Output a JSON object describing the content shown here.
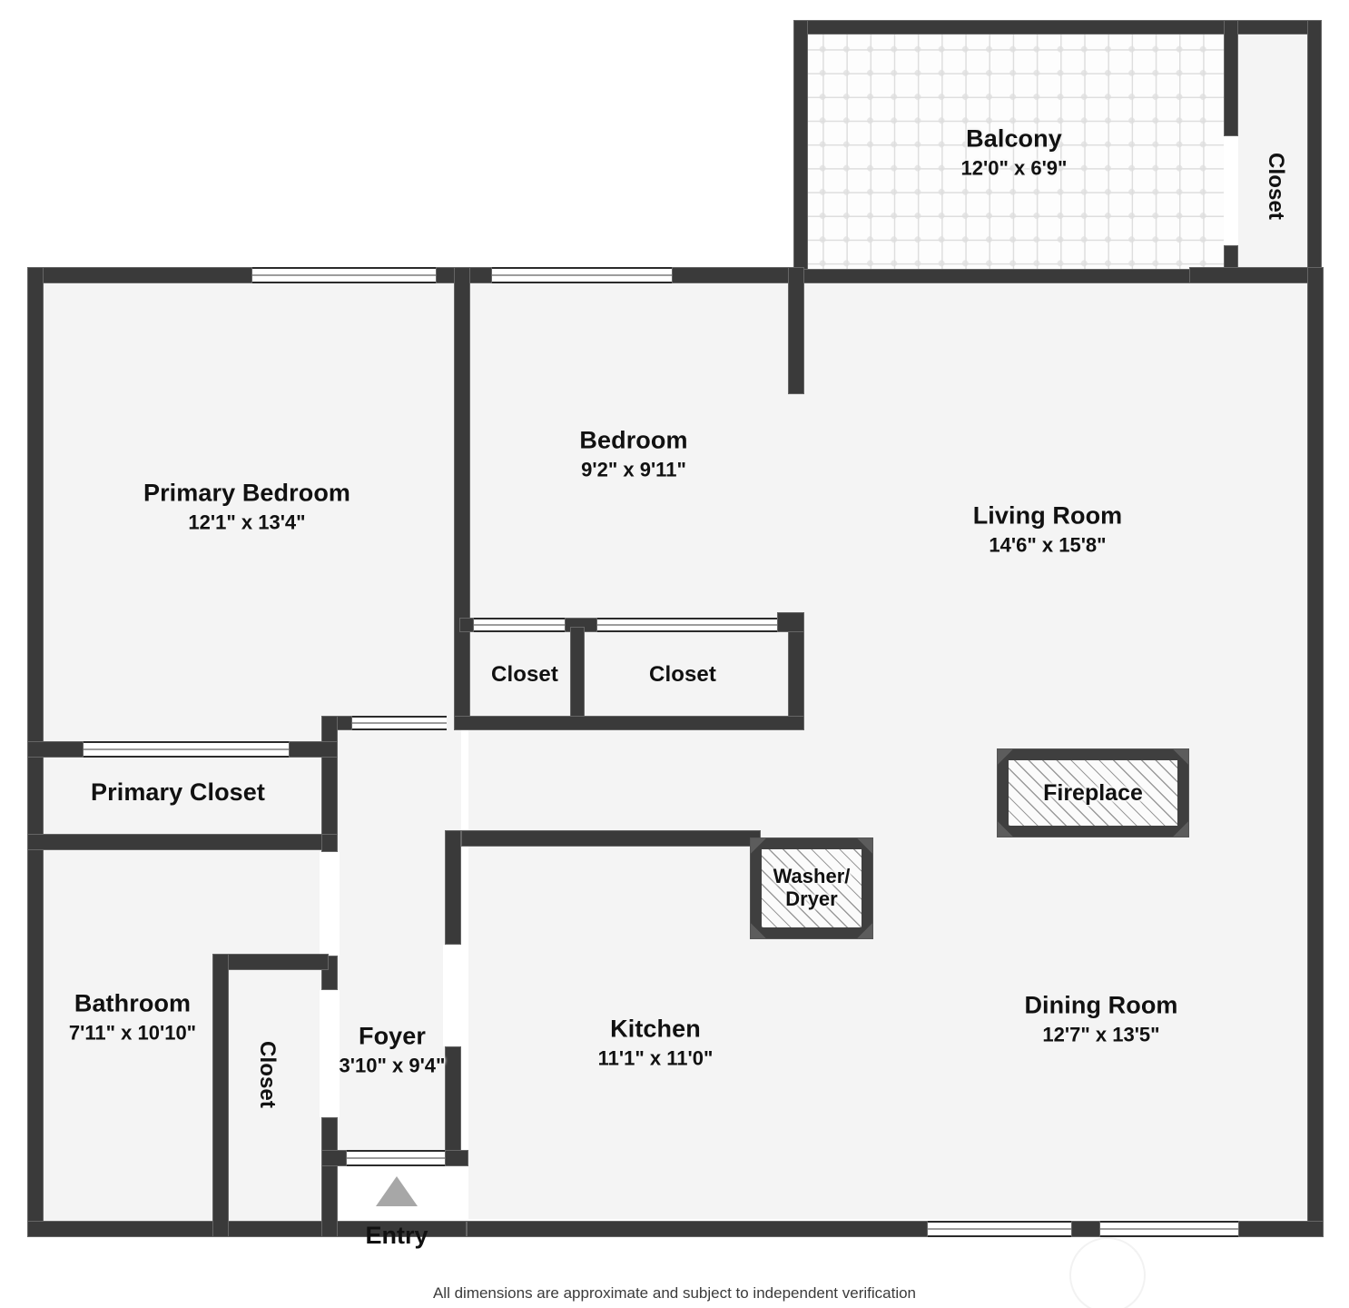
{
  "document": {
    "type": "floor-plan",
    "footer_note": "All dimensions are approximate and subject to independent verification"
  },
  "colors": {
    "wall": "#3a3a3a",
    "room_fill": "#f4f4f4",
    "background": "#ffffff",
    "label_text": "#111111",
    "entry_arrow": "#a7a7a7",
    "hatch_line": "#9a9a9a",
    "tile_line": "#dedede"
  },
  "rooms": [
    {
      "id": "balcony",
      "name": "Balcony",
      "dimensions": "12'0\" x 6'9\""
    },
    {
      "id": "closet-balcony",
      "name": "Closet",
      "dimensions": ""
    },
    {
      "id": "primary-bedroom",
      "name": "Primary Bedroom",
      "dimensions": "12'1\" x 13'4\""
    },
    {
      "id": "bedroom",
      "name": "Bedroom",
      "dimensions": "9'2\" x 9'11\""
    },
    {
      "id": "living-room",
      "name": "Living Room",
      "dimensions": "14'6\" x 15'8\""
    },
    {
      "id": "closet-left",
      "name": "Closet",
      "dimensions": ""
    },
    {
      "id": "closet-right",
      "name": "Closet",
      "dimensions": ""
    },
    {
      "id": "primary-closet",
      "name": "Primary Closet",
      "dimensions": ""
    },
    {
      "id": "bathroom",
      "name": "Bathroom",
      "dimensions": "7'11\" x 10'10\""
    },
    {
      "id": "closet-foyer",
      "name": "Closet",
      "dimensions": ""
    },
    {
      "id": "foyer",
      "name": "Foyer",
      "dimensions": "3'10\" x 9'4\""
    },
    {
      "id": "kitchen",
      "name": "Kitchen",
      "dimensions": "11'1\" x 11'0\""
    },
    {
      "id": "dining-room",
      "name": "Dining Room",
      "dimensions": "12'7\" x 13'5\""
    }
  ],
  "fixtures": [
    {
      "id": "fireplace",
      "label": "Fireplace"
    },
    {
      "id": "washer-dryer",
      "label_line1": "Washer/",
      "label_line2": "Dryer"
    }
  ],
  "entry": {
    "label": "Entry",
    "arrow_icon": "entry-arrow-up-icon"
  }
}
